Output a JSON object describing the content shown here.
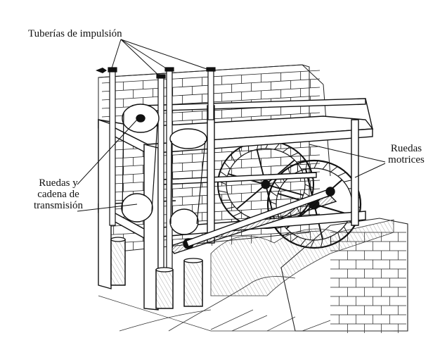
{
  "labels": {
    "tuberias": "Tuberías de impulsión",
    "ruedas_transmision": [
      "Ruedas y",
      "cadena de",
      "transmisión"
    ],
    "ruedas_motrices": [
      "Ruedas",
      "motrices"
    ]
  },
  "colors": {
    "ink": "#111111",
    "paper": "#ffffff",
    "shade": "#d6d6d6",
    "dark_shade": "#555555"
  }
}
